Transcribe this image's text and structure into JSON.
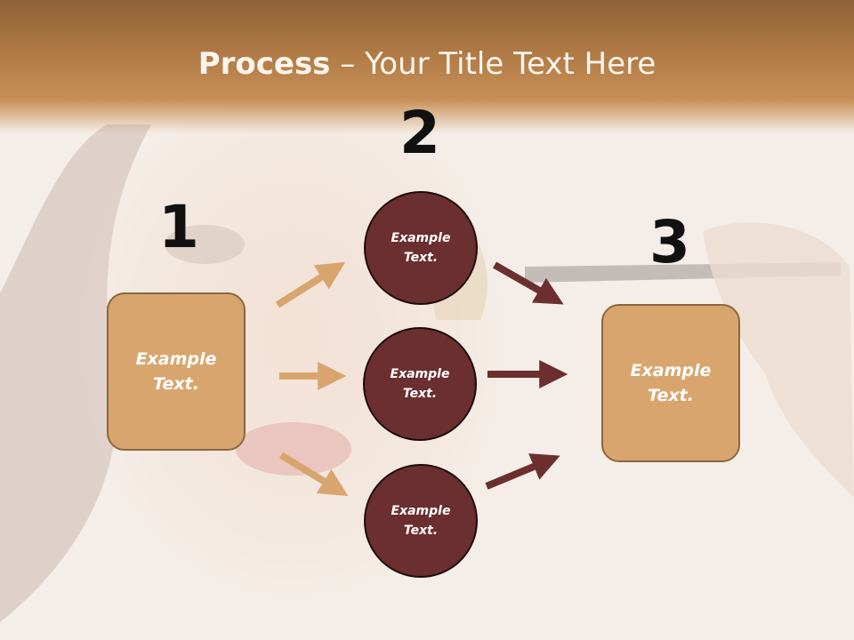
{
  "title": {
    "bold": "Process",
    "rest": " – Your Title Text Here"
  },
  "steps": [
    {
      "number": "1",
      "label": "Example\nText."
    },
    {
      "number": "2",
      "items": [
        "Example\nText.",
        "Example\nText.",
        "Example\nText."
      ]
    },
    {
      "number": "3",
      "label": "Example\nText."
    }
  ],
  "colors": {
    "title_bar": "#b07a45",
    "box_fill": "#d9a56e",
    "circle_fill": "#6b2f30",
    "arrow_left": "#d9a56e",
    "arrow_right": "#6b2f30"
  }
}
